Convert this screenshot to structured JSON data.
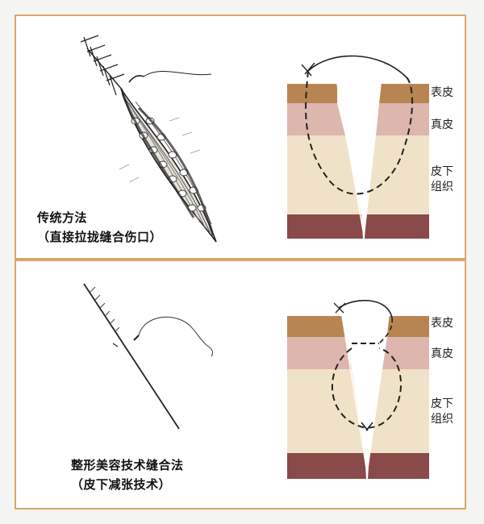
{
  "top_panel": {
    "caption_line1": "传统方法",
    "caption_line2": "（直接拉拢缝合伤口）"
  },
  "bottom_panel": {
    "caption_line1": "整形美容技术缝合法",
    "caption_line2": "（皮下减张技术）"
  },
  "layer_labels": {
    "epidermis": "表皮",
    "dermis": "真皮",
    "subcutaneous": [
      "皮下",
      "组织"
    ]
  },
  "colors": {
    "border": "#d8a66a",
    "epidermis": "#b88552",
    "dermis": "#ddb6ae",
    "subcutaneous": "#f0e2c8",
    "deep": "#8a4a4a"
  }
}
